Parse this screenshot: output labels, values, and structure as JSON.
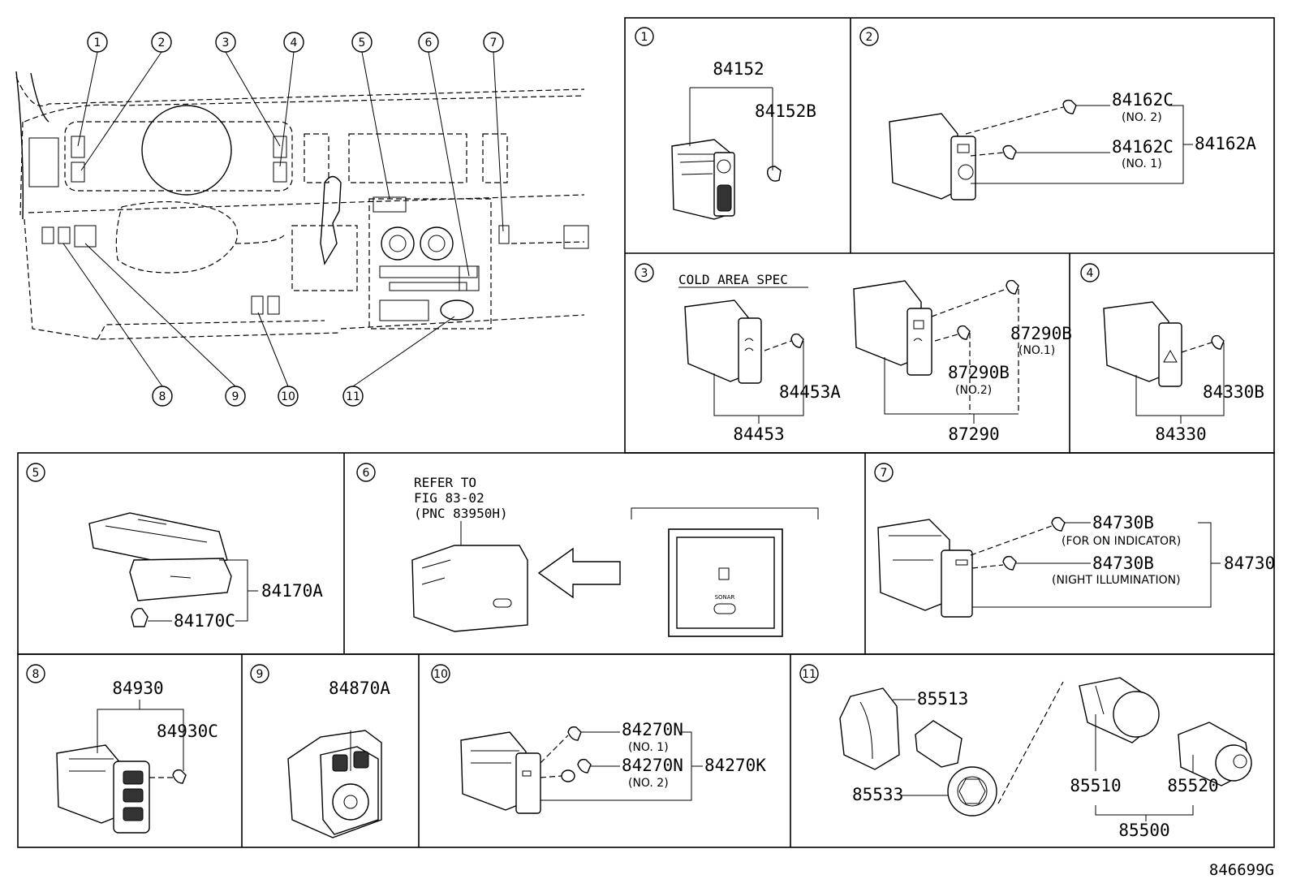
{
  "diagram_id": "846699G",
  "overview_callouts": [
    "1",
    "2",
    "3",
    "4",
    "5",
    "6",
    "7",
    "8",
    "9",
    "10",
    "11"
  ],
  "panels": {
    "p1": {
      "num": "1",
      "parts": [
        "84152",
        "84152B"
      ]
    },
    "p2": {
      "num": "2",
      "parts": [
        "84162C",
        "84162C",
        "84162A"
      ],
      "notes": [
        "(NO. 2)",
        "(NO. 1)"
      ]
    },
    "p3": {
      "num": "3",
      "spec": "COLD AREA SPEC",
      "parts": [
        "84453A",
        "84453",
        "87290B",
        "87290B",
        "87290"
      ],
      "notes": [
        "(NO.1)",
        "(NO.2)"
      ]
    },
    "p4": {
      "num": "4",
      "parts": [
        "84330B",
        "84330"
      ]
    },
    "p5": {
      "num": "5",
      "parts": [
        "84170A",
        "84170C"
      ]
    },
    "p6": {
      "num": "6",
      "refer": [
        "REFER TO",
        "FIG 83-02",
        "(PNC 83950H)"
      ],
      "sonar_label": "SONAR"
    },
    "p7": {
      "num": "7",
      "parts": [
        "84730B",
        "84730B",
        "84730"
      ],
      "notes": [
        "(FOR ON INDICATOR)",
        "(NIGHT ILLUMINATION)"
      ]
    },
    "p8": {
      "num": "8",
      "parts": [
        "84930",
        "84930C"
      ]
    },
    "p9": {
      "num": "9",
      "parts": [
        "84870A"
      ]
    },
    "p10": {
      "num": "10",
      "parts": [
        "84270N",
        "84270N",
        "84270K"
      ],
      "notes": [
        "(NO. 1)",
        "(NO. 2)"
      ]
    },
    "p11": {
      "num": "11",
      "parts": [
        "85513",
        "85533",
        "85510",
        "85520",
        "85500"
      ]
    }
  }
}
